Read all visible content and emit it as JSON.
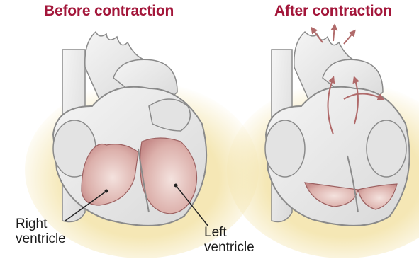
{
  "titles": {
    "before": "Before contraction",
    "after": "After contraction"
  },
  "labels": {
    "right_ventricle": [
      "Right",
      "ventricle"
    ],
    "left_ventricle": [
      "Left",
      "ventricle"
    ]
  },
  "colors": {
    "title": "#a3163a",
    "heart_outline": "#8a8a8a",
    "heart_fill": "#e6e6e6",
    "ventricle_blood": "#c98a8a",
    "glow": "#f3e3a8",
    "arrow": "#b06a6a"
  }
}
